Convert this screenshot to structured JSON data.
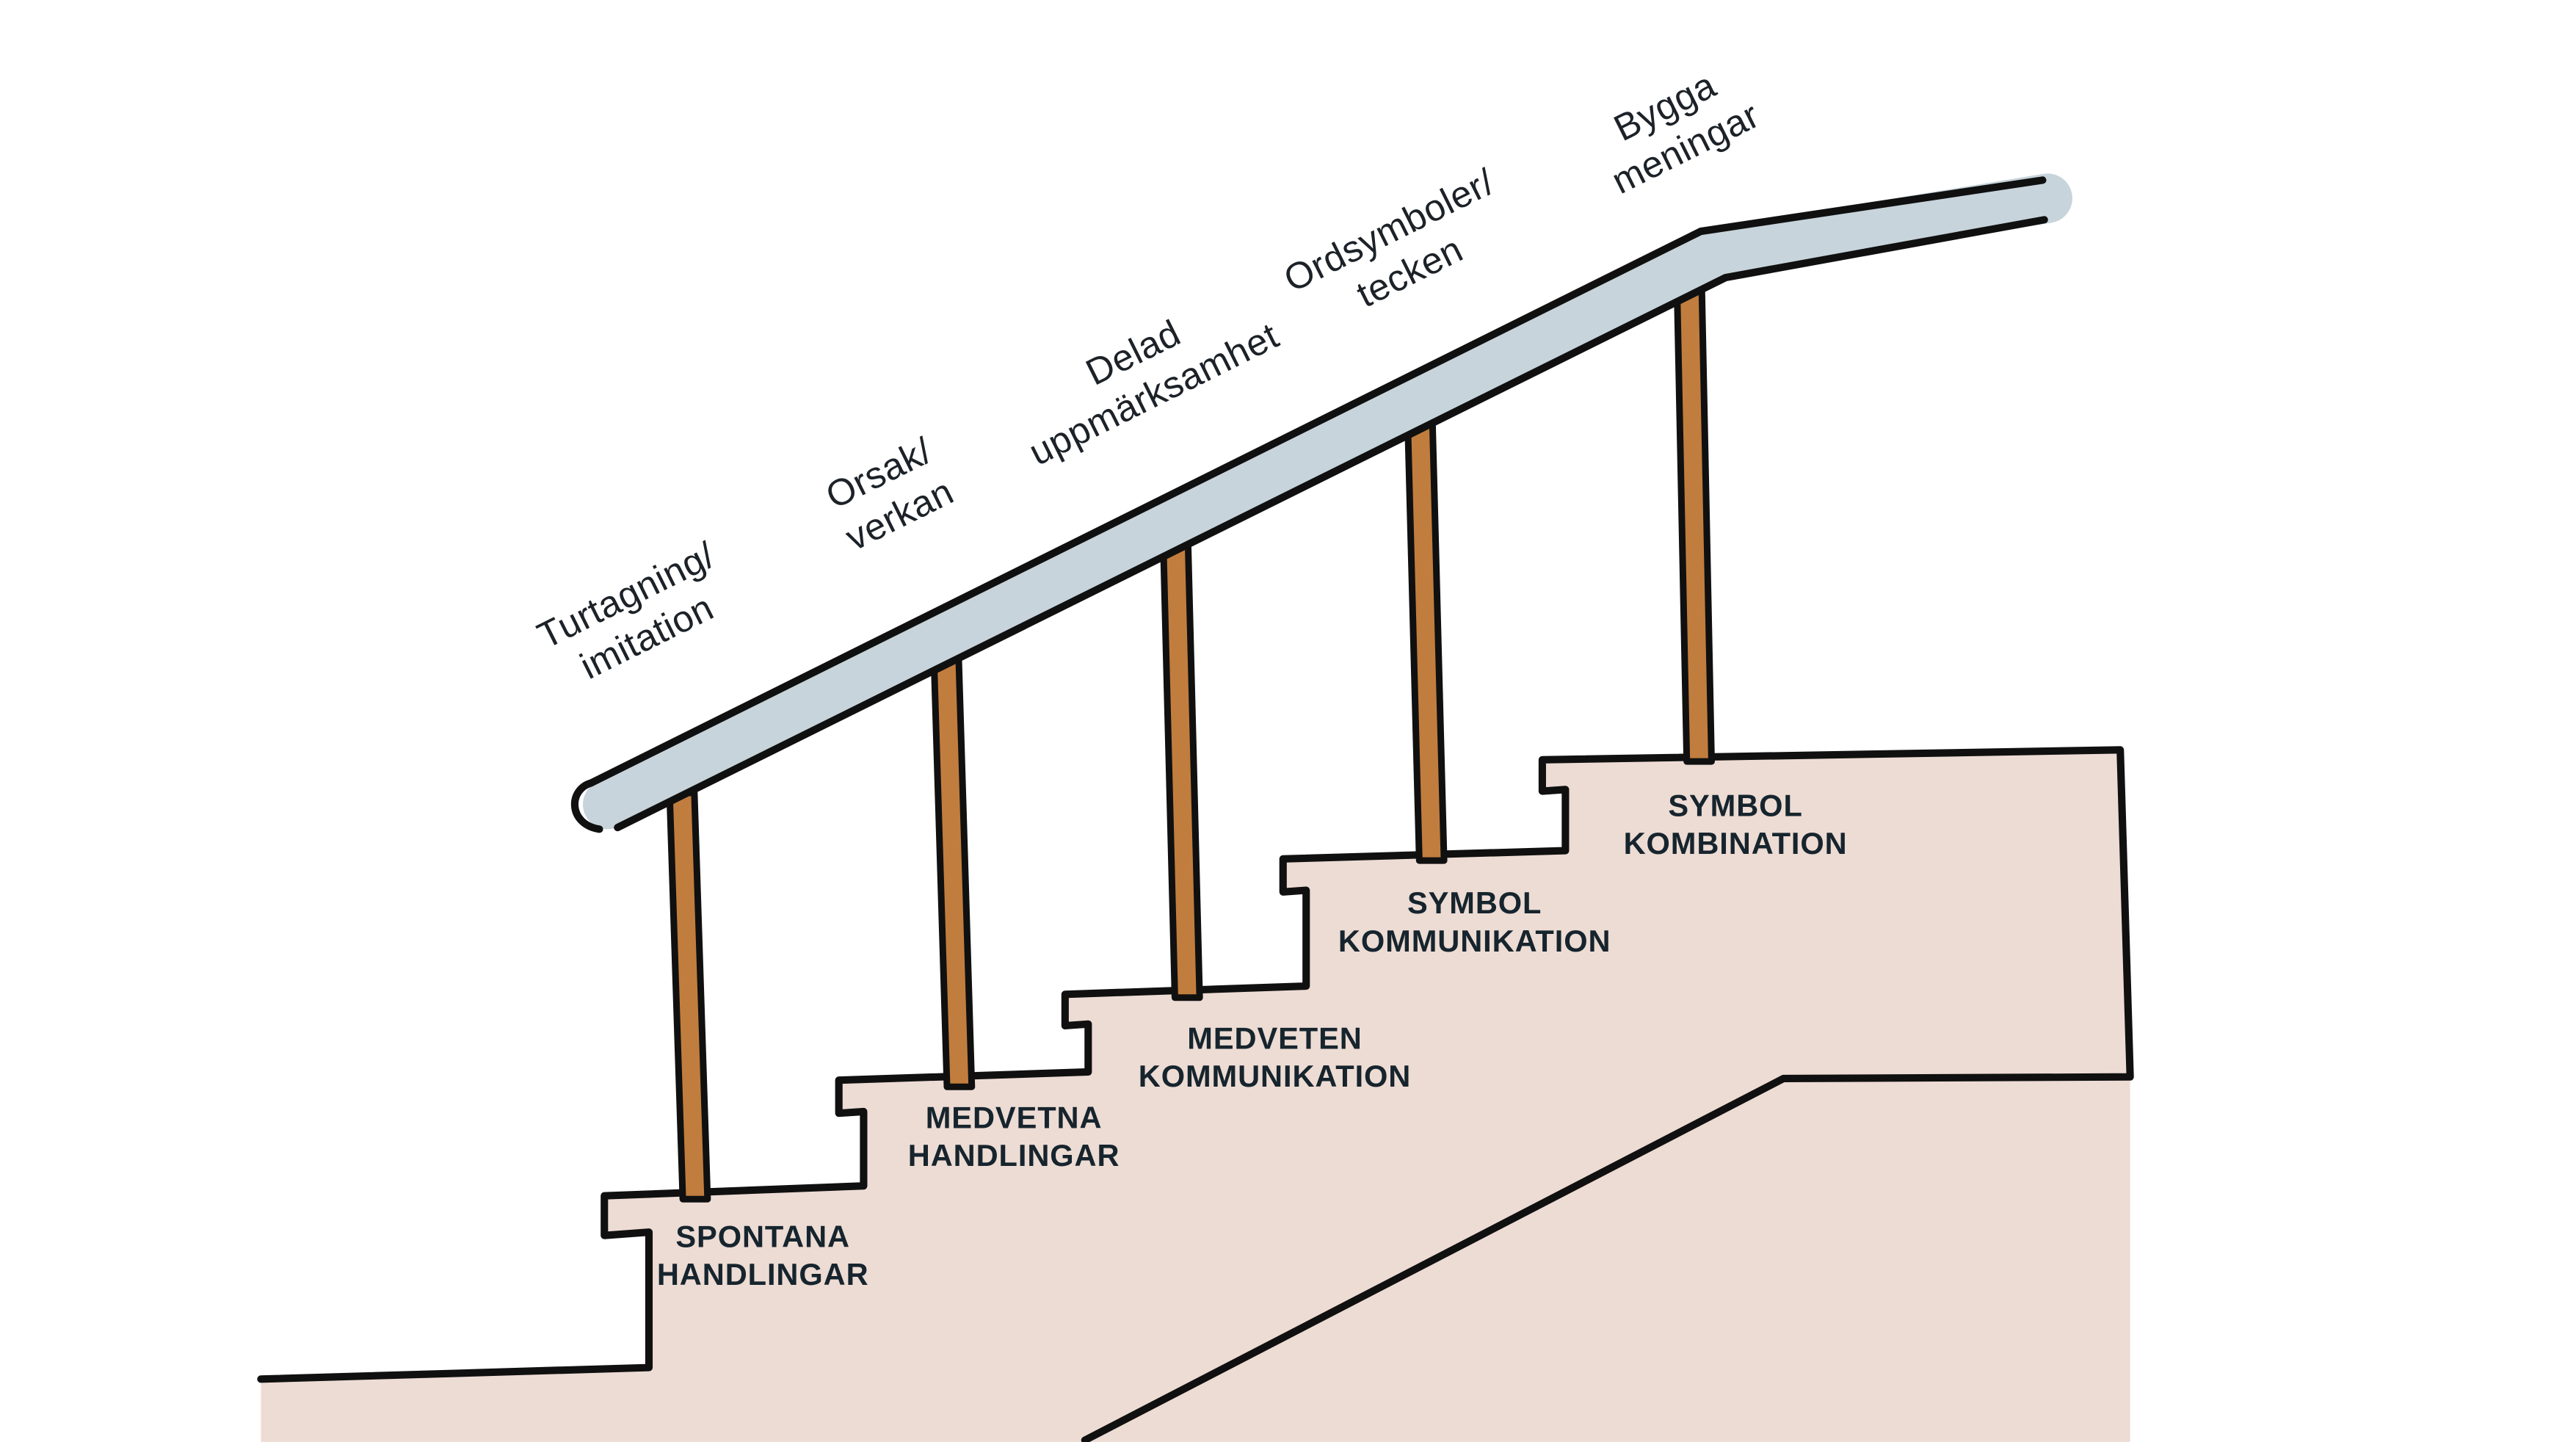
{
  "diagram": {
    "name": "communication-development-staircase",
    "step_labels": [
      {
        "line1": "SPONTANA",
        "line2": "HANDLINGAR"
      },
      {
        "line1": "MEDVETNA",
        "line2": "HANDLINGAR"
      },
      {
        "line1": "MEDVETEN",
        "line2": "KOMMUNIKATION"
      },
      {
        "line1": "SYMBOL",
        "line2": "KOMMUNIKATION"
      },
      {
        "line1": "SYMBOL",
        "line2": "KOMBINATION"
      }
    ],
    "rail_labels": [
      {
        "line1": "Turtagning/",
        "line2": "imitation"
      },
      {
        "line1": "Orsak/",
        "line2": "verkan"
      },
      {
        "line1": "Delad",
        "line2": "uppmärksamhet"
      },
      {
        "line1": "Ordsymboler/",
        "line2": "tecken"
      },
      {
        "line1": "Bygga",
        "line2": "meningar"
      }
    ],
    "colors": {
      "background": "#ffffff",
      "stair_fill": "#eddcd4",
      "rail_fill": "#c7d4db",
      "post_fill": "#c17d3e",
      "outline": "#101010",
      "step_text": "#16242d",
      "rail_text": "#1c2228"
    }
  }
}
